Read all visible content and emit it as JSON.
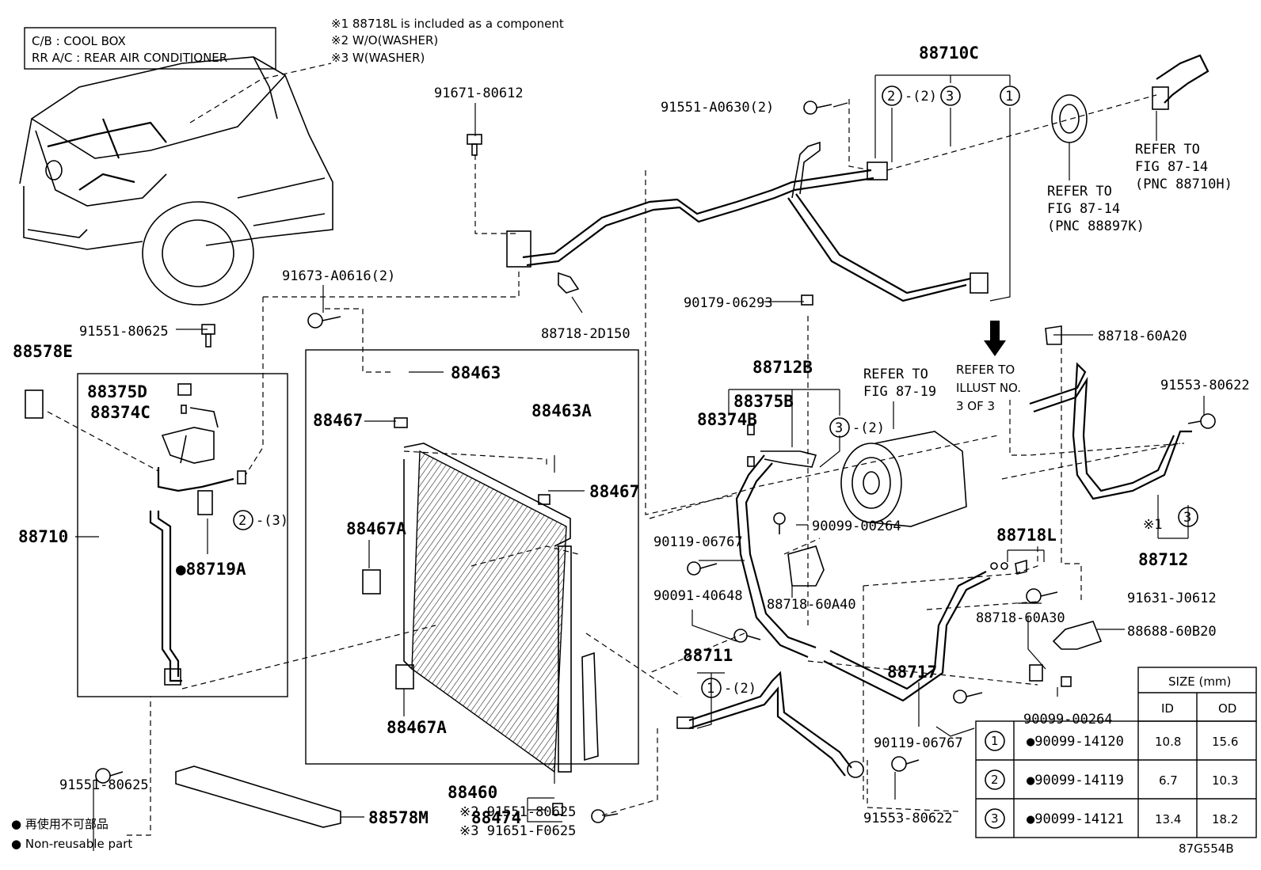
{
  "legend_box": {
    "line1": "C/B  :  COOL BOX",
    "line2": "RR A/C  :  REAR AIR CONDITIONER"
  },
  "notes": [
    "※1 88718L is included as a component",
    "※2 W/O(WASHER)",
    "※3 W(WASHER)"
  ],
  "parts": {
    "p88710C": "88710C",
    "p91671_80612": "91671-80612",
    "p91551_A0630": "91551-A0630(2)",
    "ref_87_14_a": [
      "REFER TO",
      "FIG 87-14",
      "(PNC 88710H)"
    ],
    "ref_87_14_b": [
      "REFER TO",
      "FIG 87-14",
      "(PNC 88897K)"
    ],
    "p88718_2D150": "88718-2D150",
    "p91673_A0616": "91673-A0616(2)",
    "p90179_06293": "90179-06293",
    "p88718_60A20": "88718-60A20",
    "p91551_80625_top": "91551-80625",
    "p88578E": "88578E",
    "p88375D": "88375D",
    "p88374C": "88374C",
    "p88463": "88463",
    "p88467_top": "88467",
    "p88463A": "88463A",
    "p88712B": "88712B",
    "p88375B": "88375B",
    "p88374B": "88374B",
    "ref_87_19": [
      "REFER TO",
      "FIG 87-19"
    ],
    "ref_illust": [
      "REFER TO",
      "ILLUST NO.",
      "3 OF 3"
    ],
    "p91553_80622_top": "91553-80622",
    "p88467_mid": "88467",
    "p88710": "88710",
    "p88467A_top": "88467A",
    "p88719A": "●88719A",
    "p90099_00264_top": "90099-00264",
    "p90119_06767_top": "90119-06767",
    "p88718L": "88718L",
    "p88712": "88712",
    "p90091_40648": "90091-40648",
    "p88718_60A40": "88718-60A40",
    "p91631_J0612": "91631-J0612",
    "p88718_60A30": "88718-60A30",
    "p88688_60B20": "88688-60B20",
    "p88711": "88711",
    "p88717": "88717",
    "p88467A_bot": "88467A",
    "p88474": "88474",
    "p90099_00264_bot": "90099-00264",
    "p90119_06767_bot": "90119-06767",
    "p91551_80625_bot": "91551-80625",
    "p88460": "88460",
    "p2_91551_80625": "※2 91551-80625",
    "p3_91651_F0625": "※3 91651-F0625",
    "p88578M": "88578M",
    "p91553_80622_bot": "91553-80622",
    "mark_c1": "1",
    "mark_c2": "2",
    "mark_c3": "3",
    "qty2": "-(2)",
    "qty3": "-(3)",
    "note_x1": "※1"
  },
  "footer": {
    "jp": "● 再使用不可部品",
    "en": "● Non-reusable part",
    "code": "87G554B"
  },
  "size_table": {
    "title": "SIZE (mm)",
    "col_id": "ID",
    "col_od": "OD",
    "rows": [
      {
        "mark": "1",
        "part": "●90099-14120",
        "id": "10.8",
        "od": "15.6"
      },
      {
        "mark": "2",
        "part": "●90099-14119",
        "id": "6.7",
        "od": "10.3"
      },
      {
        "mark": "3",
        "part": "●90099-14121",
        "id": "13.4",
        "od": "18.2"
      }
    ]
  }
}
